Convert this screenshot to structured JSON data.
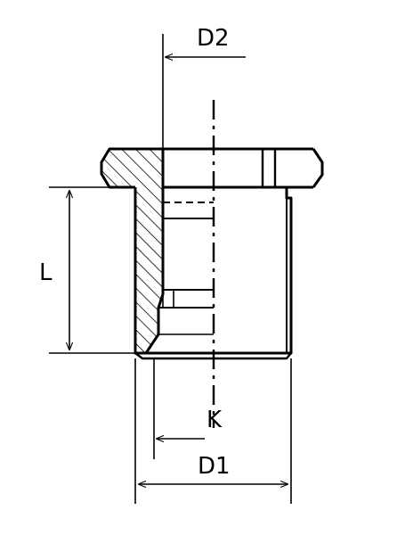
{
  "labels": {
    "d2": "D2",
    "l": "L",
    "k": "K",
    "d1": "D1"
  },
  "colors": {
    "line": "#000000",
    "background": "#ffffff"
  }
}
